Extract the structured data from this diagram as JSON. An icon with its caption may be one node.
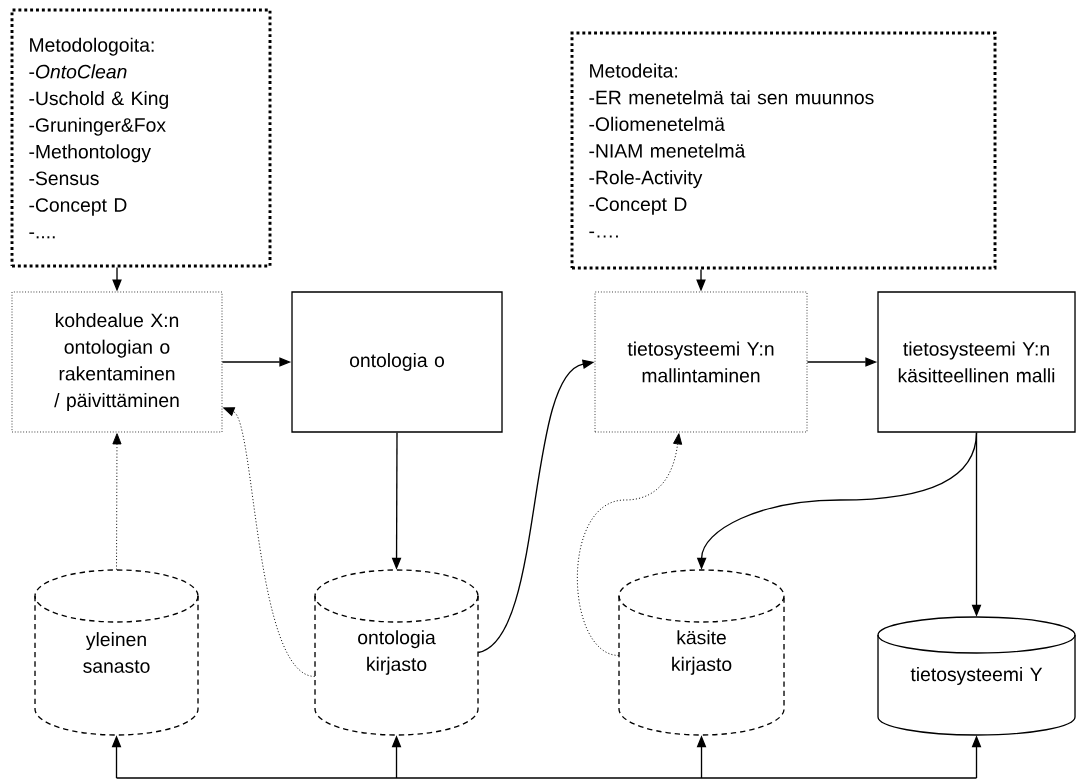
{
  "diagram": {
    "nodes": [
      {
        "text": [
          "Metodologoita:",
          "-*OntoClean*",
          "-Uschold & King",
          "-Gruninger&Fox",
          "-Methontology",
          "-Sensus",
          "-Concept D",
          "-...."
        ]
      },
      {
        "text": [
          "Metodeita:",
          "-ER menetelmä tai sen muunnos",
          "-Oliomenetelmä",
          "-NIAM menetelmä",
          "-Role-Activity",
          "-Concept D",
          "-…."
        ]
      },
      {
        "text": [
          "kohdealue X:n ontologian o rakentaminen / päivittäminen"
        ]
      },
      {
        "text": [
          "ontologia o"
        ]
      },
      {
        "text": [
          "tietosysteemi Y:n mallintaminen"
        ]
      },
      {
        "text": [
          "tietosysteemi Y:n käsitteellinen malli"
        ]
      },
      {
        "text": [
          "yleinen sanasto"
        ]
      },
      {
        "text": [
          "ontologia kirjasto"
        ]
      },
      {
        "text": [
          "käsite kirjasto"
        ]
      },
      {
        "text": [
          "tietosysteemi Y"
        ]
      }
    ],
    "edges": [
      {
        "from": 0,
        "to": 2,
        "arrow": "to"
      },
      {
        "from": 1,
        "to": 4,
        "arrow": "to"
      },
      {
        "from": 2,
        "to": 3,
        "arrow": "to"
      },
      {
        "from": 4,
        "to": 5,
        "arrow": "to"
      },
      {
        "from": 3,
        "to": 7,
        "arrow": "to"
      },
      {
        "from": 5,
        "to": 9,
        "arrow": "to"
      },
      {
        "from": 5,
        "to": 8,
        "arrow": "to"
      },
      {
        "from": 7,
        "to": 4,
        "arrow": "to"
      },
      {
        "from": 6,
        "to": 2,
        "arrow": "to",
        "style": "dashed"
      },
      {
        "from": 7,
        "to": 2,
        "arrow": "to",
        "style": "dashed"
      },
      {
        "from": 8,
        "to": 4,
        "arrow": "to",
        "style": "dashed"
      },
      {
        "from": null,
        "to": 6,
        "arrow": "to"
      },
      {
        "from": null,
        "to": 7,
        "arrow": "to"
      },
      {
        "from": null,
        "to": 8,
        "arrow": "to"
      },
      {
        "from": null,
        "to": 9,
        "arrow": "to"
      }
    ]
  }
}
